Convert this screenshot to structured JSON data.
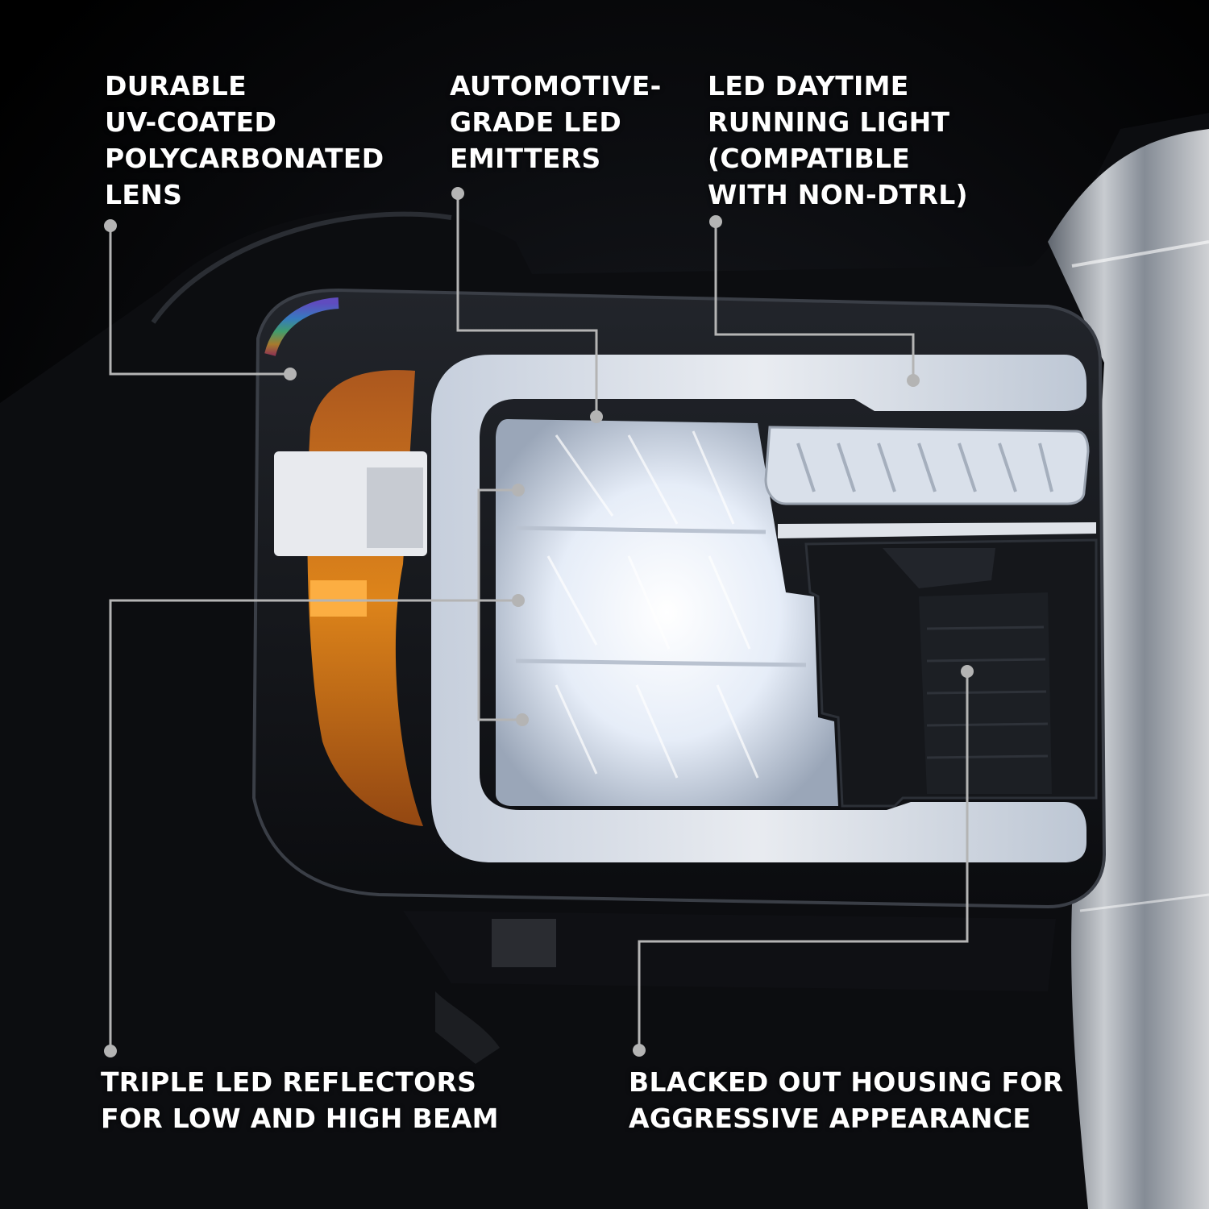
{
  "colors": {
    "background": "#000000",
    "text": "#ffffff",
    "leader_line": "#b4b4b4",
    "amber": "#e88a1a",
    "led_white": "#eef3fb"
  },
  "callouts": {
    "lens": {
      "lines": [
        "DURABLE",
        "UV-COATED",
        "POLYCARBONATED",
        "LENS"
      ]
    },
    "emitters": {
      "lines": [
        "AUTOMOTIVE-",
        "GRADE LED",
        "EMITTERS"
      ]
    },
    "drl": {
      "lines": [
        "LED DAYTIME",
        "RUNNING LIGHT",
        "(COMPATIBLE",
        "WITH NON-DTRL)"
      ]
    },
    "reflectors": {
      "lines": [
        "TRIPLE LED REFLECTORS",
        "FOR LOW AND HIGH BEAM"
      ]
    },
    "housing": {
      "lines": [
        "BLACKED OUT HOUSING FOR",
        "AGGRESSIVE APPEARANCE"
      ]
    }
  }
}
